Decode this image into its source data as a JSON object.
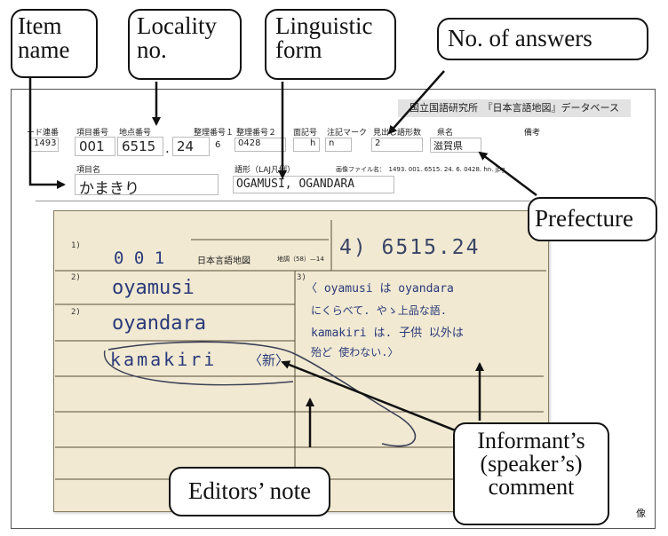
{
  "callouts": {
    "item_name": "Item\nname",
    "locality_no": "Locality\nno.",
    "linguistic_form": "Linguistic\nform",
    "no_of_answers": "No. of answers",
    "prefecture": "Prefecture",
    "informant_comment": "Informant’s\n(speaker’s)\ncomment",
    "editors_note": "Editors’ note"
  },
  "database": {
    "header": "国立国語研究所　『日本言語地図』データベース",
    "labels": {
      "card_serial": "ード連番",
      "item_no": "項目番号",
      "locality_no": "地点番号",
      "sort_no_1": "整理番号１",
      "sort_no_2": "整理番号２",
      "map_symbol": "面記号",
      "note_mark": "注記マーク",
      "headword_count": "見出し語形数",
      "prefecture": "県名",
      "remarks": "備考",
      "item_name": "項目名",
      "form": "語形（LAJ凡例）",
      "image_file": "画像ファイル名：　1493. 001. 6515. 24. 6. 0428. hn. jpg"
    },
    "values": {
      "card_serial": "1493",
      "item_no": "001",
      "locality_main": "6515",
      "locality_dot": ".",
      "locality_sub": "24",
      "sort_no_1": "6",
      "sort_no_2": "0428",
      "map_symbol": "h",
      "note_mark": "n",
      "headword_count": "2",
      "prefecture": "滋賀県",
      "item_name": "かまきり",
      "form": "OGAMUSI, OGANDARA"
    }
  },
  "card": {
    "row1_no": "1)",
    "item_no": "0 0 1",
    "title": "日本言語地図",
    "sub": "地調（58）—14",
    "locality_no": "4) 6515.24",
    "row2_no": "2)",
    "row3_no": "2)",
    "answer_1": "oyamusi",
    "answer_2": "oyandara",
    "answer_3": "kamakiri",
    "new_mark": "〈新〉",
    "comment_no": "3)",
    "comment_line_1": "〈 oyamusi は oyandara",
    "comment_line_2": "にくらべて. やゝ上品な語.",
    "comment_line_3": "kamakiri は. 子供 以外は",
    "comment_line_4": "殆ど 使わない.〉"
  },
  "corner_glyph": "像"
}
